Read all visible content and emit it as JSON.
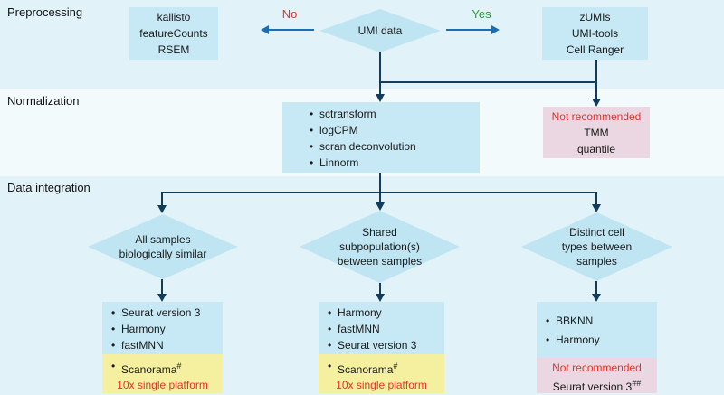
{
  "colors": {
    "band": "#e1f3f9",
    "box_blue": "#c7e8f5",
    "box_pink": "#ead7e1",
    "box_yellow": "#f5f0a0",
    "arrow_blue": "#1b6db5",
    "flow_line": "#123c5c",
    "warning_red": "#e53228",
    "yes_green": "#1fa03c"
  },
  "sections": {
    "preprocessing": "Preprocessing",
    "normalization": "Normalization",
    "integration": "Data integration"
  },
  "preprocessing": {
    "decision": "UMI data",
    "no": "No",
    "yes": "Yes",
    "non_umi": [
      "kallisto",
      "featureCounts",
      "RSEM"
    ],
    "umi": [
      "zUMIs",
      "UMI-tools",
      "Cell Ranger"
    ]
  },
  "normalization": {
    "recommended": [
      "sctransform",
      "logCPM",
      "scran deconvolution",
      "Linnorm"
    ],
    "not_recommended_title": "Not recommended",
    "not_recommended": [
      "TMM",
      "quantile"
    ]
  },
  "integration": {
    "branches": [
      {
        "condition_lines": [
          "All samples",
          "biologically similar",
          ""
        ],
        "tools": [
          "Seurat version 3",
          "Harmony",
          "fastMNN"
        ],
        "special_tool": "Scanorama",
        "special_sup": "#",
        "special_note": "10x single platform"
      },
      {
        "condition_lines": [
          "Shared",
          "subpopulation(s)",
          "between samples"
        ],
        "tools": [
          "Harmony",
          "fastMNN",
          "Seurat version 3"
        ],
        "special_tool": "Scanorama",
        "special_sup": "#",
        "special_note": "10x single platform"
      },
      {
        "condition_lines": [
          "Distinct cell",
          "types between",
          "samples"
        ],
        "tools": [
          "BBKNN",
          "Harmony"
        ],
        "warning_title": "Not recommended",
        "warning_tool": "Seurat version 3",
        "warning_sup": "##"
      }
    ]
  }
}
